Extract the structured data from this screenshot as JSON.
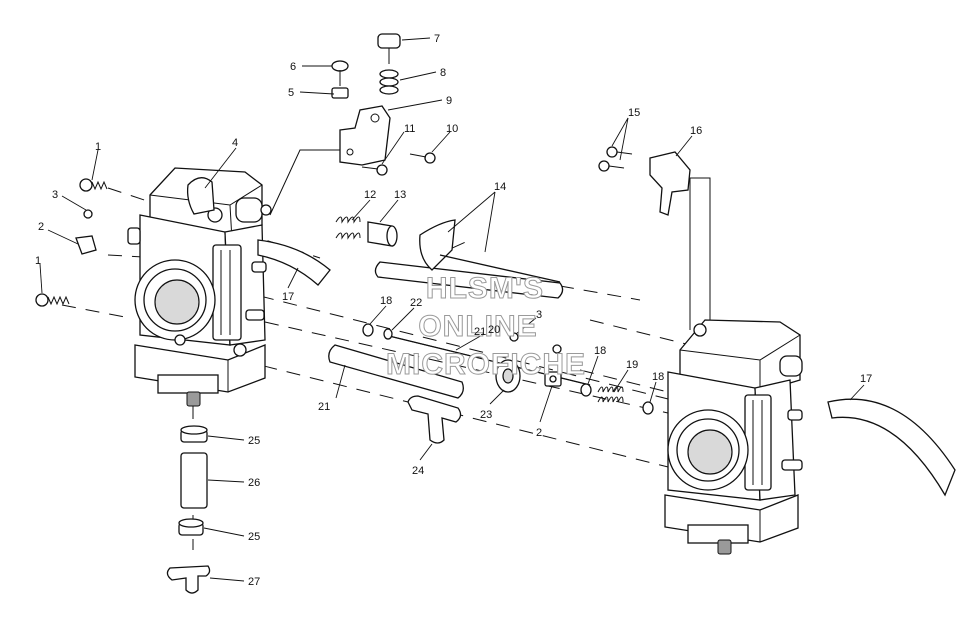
{
  "watermark": [
    "HLSM'S",
    "ONLINE",
    "MICROFICHE"
  ],
  "callouts": {
    "c1a": "1",
    "c1b": "1",
    "c2a": "2",
    "c2b": "2",
    "c3a": "3",
    "c3b": "3",
    "c4": "4",
    "c5": "5",
    "c6": "6",
    "c7": "7",
    "c8": "8",
    "c9": "9",
    "c10": "10",
    "c11": "11",
    "c12": "12",
    "c13": "13",
    "c14": "14",
    "c15": "15",
    "c16": "16",
    "c17a": "17",
    "c17b": "17",
    "c18a": "18",
    "c18b": "18",
    "c18c": "18",
    "c19": "19",
    "c20": "20",
    "c21a": "21",
    "c21b": "21",
    "c22": "22",
    "c23": "23",
    "c24": "24",
    "c25a": "25",
    "c25b": "25",
    "c26": "26",
    "c27": "27"
  },
  "colors": {
    "line": "#111111",
    "shade": "#d9d9d9",
    "watermark": "#9a9a9a"
  }
}
